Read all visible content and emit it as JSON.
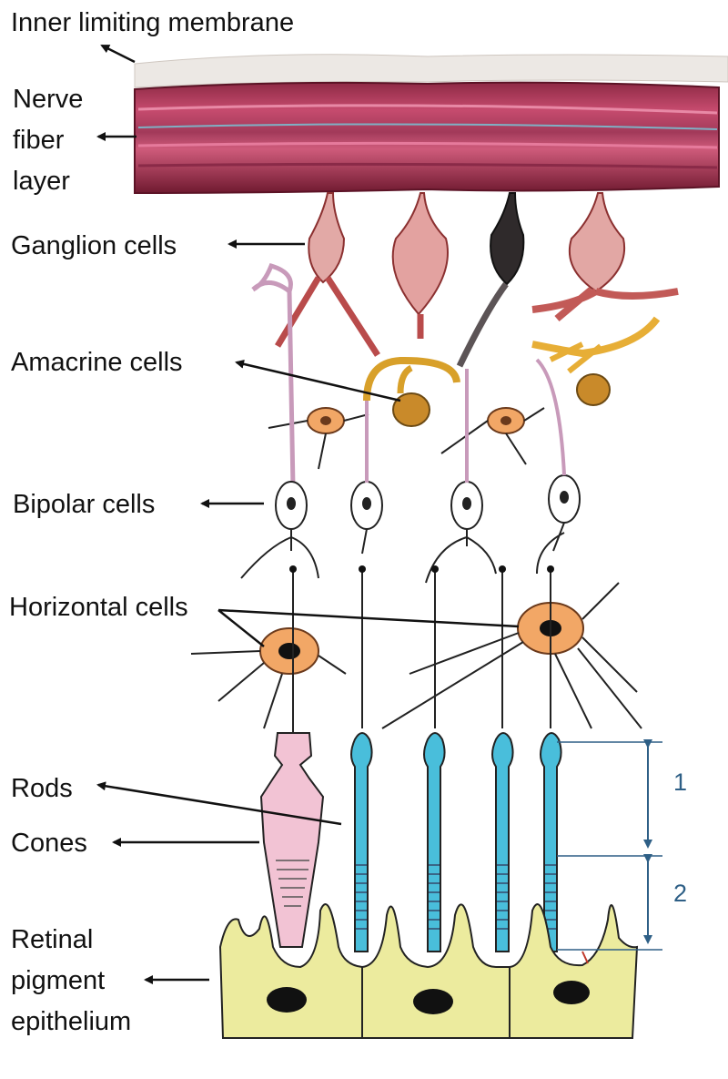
{
  "labels": {
    "inner_limiting_membrane": "Inner limiting membrane",
    "nerve_fiber_layer": [
      "Nerve",
      "fiber",
      "layer"
    ],
    "ganglion_cells": "Ganglion cells",
    "amacrine_cells": "Amacrine cells",
    "bipolar_cells": "Bipolar cells",
    "horizontal_cells": "Horizontal cells",
    "rods": "Rods",
    "cones": "Cones",
    "retinal_pigment_epithelium": [
      "Retinal",
      "pigment",
      "epithelium"
    ]
  },
  "dimension_markers": {
    "segment_1": "1",
    "segment_2": "2"
  },
  "colors": {
    "nerve_fiber": "#b93d5e",
    "nerve_fiber_dark": "#7d1d35",
    "ganglion": "#c9585a",
    "ganglion_dark": "#2d2728",
    "amacrine": "#d8a02a",
    "bipolar_line": "#c89aba",
    "horizontal_fill": "#f2a766",
    "rod": "#49bedb",
    "cone": "#f2c3d4",
    "rpe": "#eceb9e",
    "dimension": "#2e5f86"
  }
}
